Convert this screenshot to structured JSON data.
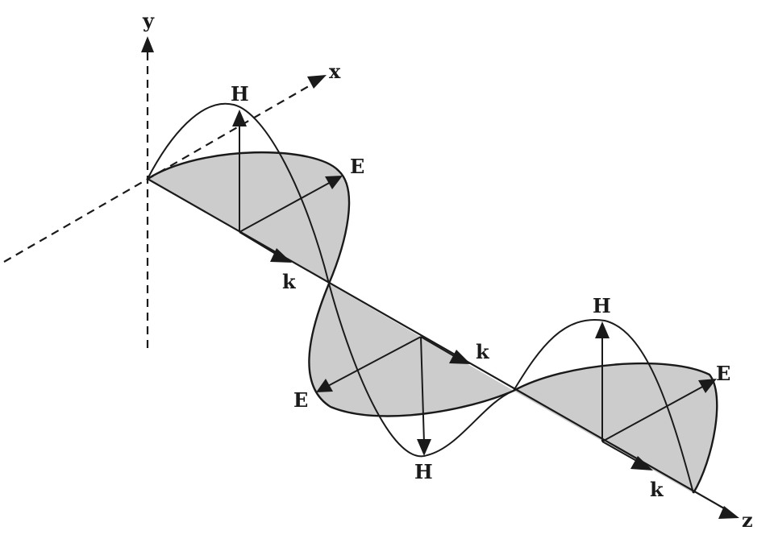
{
  "axes": {
    "x_label": "x",
    "y_label": "y",
    "z_label": "z"
  },
  "vectors": {
    "electric_label": "E",
    "magnetic_label": "H",
    "propagation_label": "k"
  },
  "colors": {
    "ink": "#1a1a1a",
    "e_field_fill": "#cccccc",
    "background": "#ffffff"
  }
}
